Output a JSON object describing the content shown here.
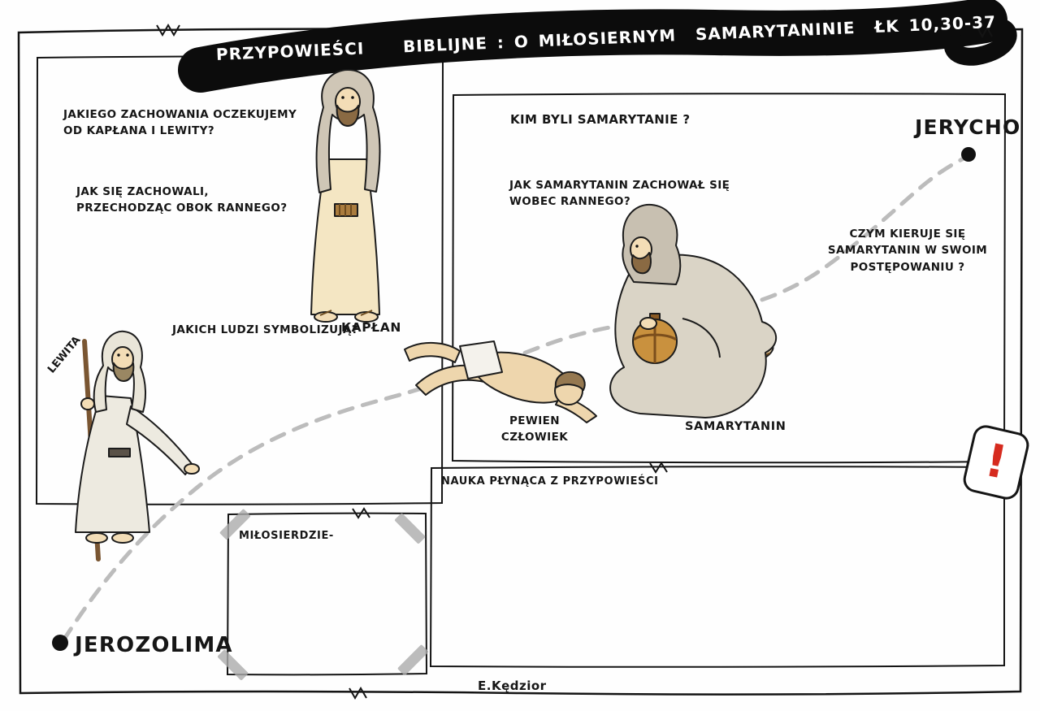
{
  "title": "PRZYPOWIEŚCI    BIBLIJNE : O MIŁOSIERNYM  SAMARYTANINIE  ŁK 10,30-37",
  "colors": {
    "accent_red": "#d62b1f",
    "path_gray": "#bcbcbc",
    "banner_black": "#0c0c0c"
  },
  "left_panel": {
    "q_expectation": "JAKIEGO ZACHOWANIA OCZEKUJEMY\nOD KAPŁANA I LEWITY?",
    "q_behavior": "JAK SIĘ ZACHOWALI,\nPRZECHODZĄC OBOK RANNEGO?",
    "q_symbolize": "JAKICH LUDZI SYMBOLIZUJĄ?",
    "label_priest": "KAPŁAN",
    "label_levite": "LEWITA"
  },
  "right_panel": {
    "q_who": "KIM BYLI SAMARYTANIE ?",
    "q_reaction": "JAK SAMARYTANIN ZACHOWAŁ SIĘ\nWOBEC RANNEGO?",
    "q_motivation": "CZYM KIERUJE SIĘ\nSAMARYTANIN W SWOIM\nPOSTĘPOWANIU ?",
    "label_samaritan": "SAMARYTANIN",
    "label_wounded": "PEWIEN\nCZŁOWIEK"
  },
  "map": {
    "city_top": "JERYCHO",
    "city_bottom": "JEROZOLIMA"
  },
  "mercy_note": {
    "label": "MIŁOSIERDZIE-"
  },
  "lesson_box": {
    "label": "NAUKA PŁYNĄCA Z PRZYPOWIEŚCI"
  },
  "exclamation": "!",
  "signature": "E.Kędzior"
}
